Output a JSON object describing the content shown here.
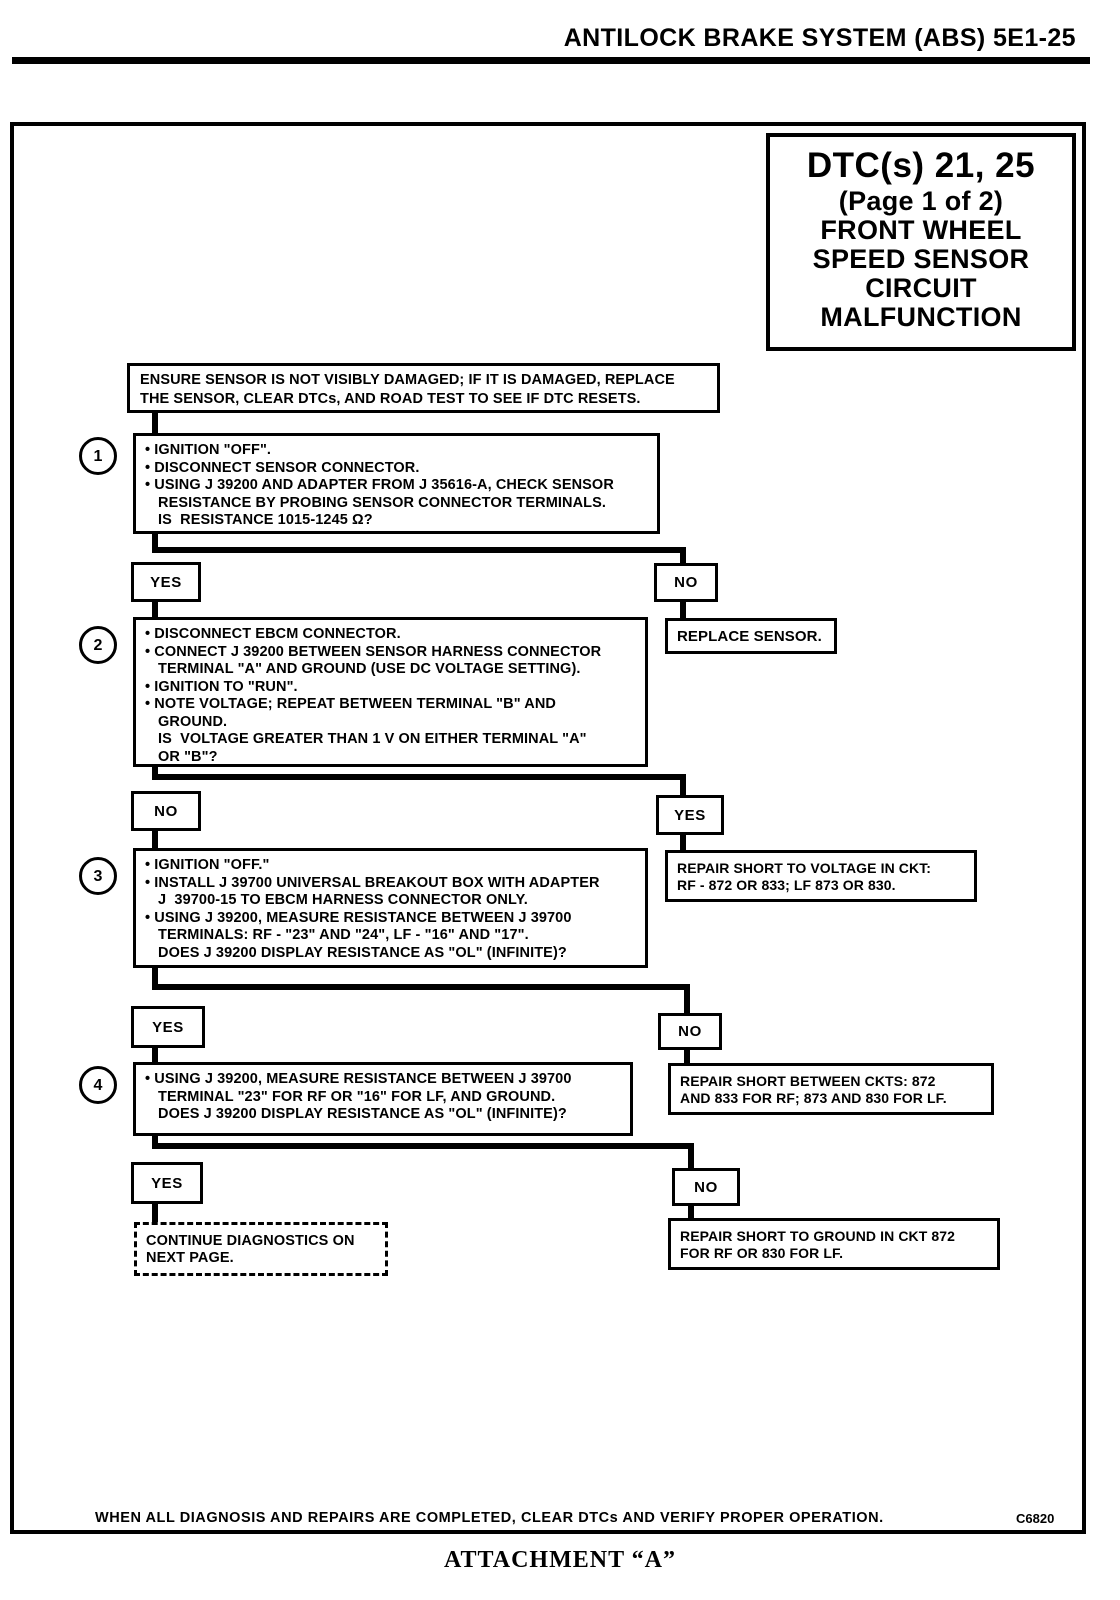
{
  "page": {
    "header_title": "ANTILOCK BRAKE SYSTEM (ABS) 5E1-25",
    "footer_note": "WHEN ALL DIAGNOSIS AND REPAIRS ARE COMPLETED, CLEAR DTCs AND VERIFY PROPER OPERATION.",
    "footer_code": "C6820",
    "attachment_label": "ATTACHMENT “A”"
  },
  "title_box": {
    "lines": [
      "DTC(s) 21, 25",
      "(Page 1 of 2)",
      "FRONT WHEEL",
      "SPEED SENSOR",
      "CIRCUIT",
      "MALFUNCTION"
    ]
  },
  "flowchart": {
    "intro_lines": [
      "ENSURE SENSOR IS NOT VISIBLY DAMAGED; IF IT IS DAMAGED, REPLACE",
      "THE SENSOR, CLEAR DTCs, AND ROAD TEST TO SEE IF DTC RESETS."
    ],
    "steps": [
      {
        "number": "1",
        "lines": [
          {
            "k": "b",
            "t": "• IGNITION \"OFF\"."
          },
          {
            "k": "b",
            "t": "• DISCONNECT SENSOR CONNECTOR."
          },
          {
            "k": "b",
            "t": "• USING J 39200 AND ADAPTER FROM J 35616-A, CHECK SENSOR"
          },
          {
            "k": "w",
            "t": "RESISTANCE BY PROBING SENSOR CONNECTOR TERMINALS."
          },
          {
            "k": "w",
            "t": "IS  RESISTANCE 1015-1245 Ω?"
          }
        ]
      },
      {
        "number": "2",
        "lines": [
          {
            "k": "b",
            "t": "• DISCONNECT EBCM CONNECTOR."
          },
          {
            "k": "b",
            "t": "• CONNECT J 39200 BETWEEN SENSOR HARNESS CONNECTOR"
          },
          {
            "k": "w",
            "t": "TERMINAL \"A\" AND GROUND (USE DC VOLTAGE SETTING)."
          },
          {
            "k": "b",
            "t": "• IGNITION TO \"RUN\"."
          },
          {
            "k": "b",
            "t": "• NOTE VOLTAGE; REPEAT BETWEEN TERMINAL \"B\" AND"
          },
          {
            "k": "w",
            "t": "GROUND."
          },
          {
            "k": "w",
            "t": "IS  VOLTAGE GREATER THAN 1 V ON EITHER TERMINAL \"A\""
          },
          {
            "k": "w",
            "t": "OR \"B\"?"
          }
        ]
      },
      {
        "number": "3",
        "lines": [
          {
            "k": "b",
            "t": "• IGNITION \"OFF.\""
          },
          {
            "k": "b",
            "t": "• INSTALL J 39700 UNIVERSAL BREAKOUT BOX WITH ADAPTER"
          },
          {
            "k": "w",
            "t": "J  39700-15 TO EBCM HARNESS CONNECTOR ONLY."
          },
          {
            "k": "b",
            "t": "• USING J 39200, MEASURE RESISTANCE BETWEEN J 39700"
          },
          {
            "k": "w",
            "t": "TERMINALS: RF - \"23\" AND \"24\", LF - \"16\" AND \"17\"."
          },
          {
            "k": "w",
            "t": "DOES J 39200 DISPLAY RESISTANCE AS \"OL\" (INFINITE)?"
          }
        ]
      },
      {
        "number": "4",
        "lines": [
          {
            "k": "b",
            "t": "• USING J 39200, MEASURE RESISTANCE BETWEEN J 39700"
          },
          {
            "k": "w",
            "t": "TERMINAL \"23\" FOR RF OR \"16\" FOR LF, AND GROUND."
          },
          {
            "k": "w",
            "t": "DOES J 39200 DISPLAY RESISTANCE AS \"OL\" (INFINITE)?"
          }
        ]
      }
    ],
    "branches": [
      {
        "left": "YES",
        "right": "NO"
      },
      {
        "left": "NO",
        "right": "YES"
      },
      {
        "left": "YES",
        "right": "NO"
      },
      {
        "left": "YES",
        "right": "NO"
      }
    ],
    "actions": {
      "replace_sensor": [
        "REPLACE SENSOR."
      ],
      "short_to_voltage": [
        "REPAIR SHORT TO VOLTAGE IN CKT:",
        "RF - 872 OR 833; LF 873 OR 830."
      ],
      "short_between_ckts": [
        "REPAIR SHORT BETWEEN CKTS: 872",
        "AND 833 FOR RF; 873 AND 830 FOR LF."
      ],
      "continue_next_page": [
        "CONTINUE DIAGNOSTICS ON",
        "NEXT PAGE."
      ],
      "short_to_ground": [
        "REPAIR SHORT TO GROUND IN CKT 872",
        "FOR RF OR 830 FOR LF."
      ]
    }
  }
}
